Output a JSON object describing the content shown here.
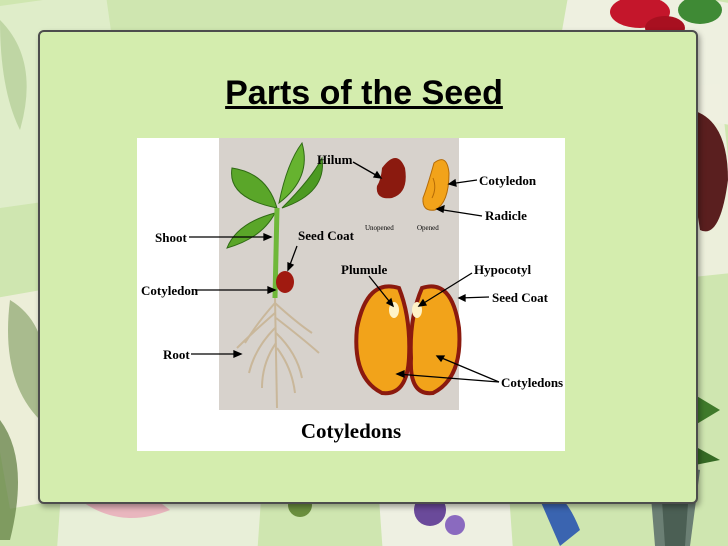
{
  "slide": {
    "title": "Parts of the Seed"
  },
  "diagram": {
    "labels": {
      "hilum": "Hilum",
      "unopened": "Unopened",
      "opened": "Opened",
      "cotyledon_top": "Cotyledon",
      "radicle": "Radicle",
      "shoot": "Shoot",
      "seed_coat_plant": "Seed Coat",
      "cotyledon_plant": "Cotyledon",
      "root": "Root",
      "plumule": "Plumule",
      "hypocotyl": "Hypocotyl",
      "seed_coat_split": "Seed Coat",
      "cotyledons": "Cotyledons"
    },
    "caption": "Cotyledons"
  },
  "colors": {
    "background": "#cfe6b0",
    "panel": "#d4edae",
    "seed_dark": "#8b1a0f",
    "seed_orange": "#f2a31a",
    "leaf": "#5aa629"
  }
}
